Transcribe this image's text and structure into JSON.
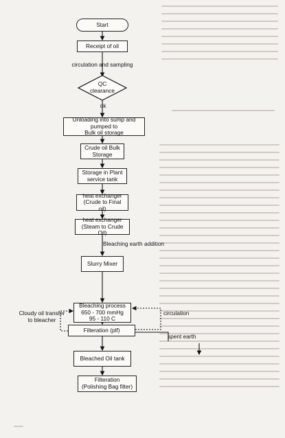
{
  "flowchart": {
    "start": "Start",
    "receipt": "Receipt of oil",
    "circ_sampling": "circulation and sampling",
    "qc": "QC\nclearance",
    "ok": "ok",
    "unloading": "Unloading into sump and pumped to\nBulk oil storage",
    "crude_storage": "Crude oil Bulk\nStorage",
    "plant_tank": "Storage in Plant\nservice tank",
    "hx1": "heat exchanger\n(Crude to Final oil)",
    "hx2": "heat exchanger\n(Steam to Crude Oil)",
    "bleaching_earth": "Bleaching earth addition",
    "slurry": "Slurry Mixer",
    "bleaching_process": "Bleaching process\n650 - 700 mmHg\n95 - 110 C",
    "cloudy": "Cloudy oil transfer\nto bleacher",
    "circulation": "circulation",
    "filtration": "Filteration  (plf)",
    "spent_earth": "spent earth",
    "bleached_tank": "Bleached Oil tank",
    "polishing": "Filteration\n(Polishing Bag filter)"
  }
}
